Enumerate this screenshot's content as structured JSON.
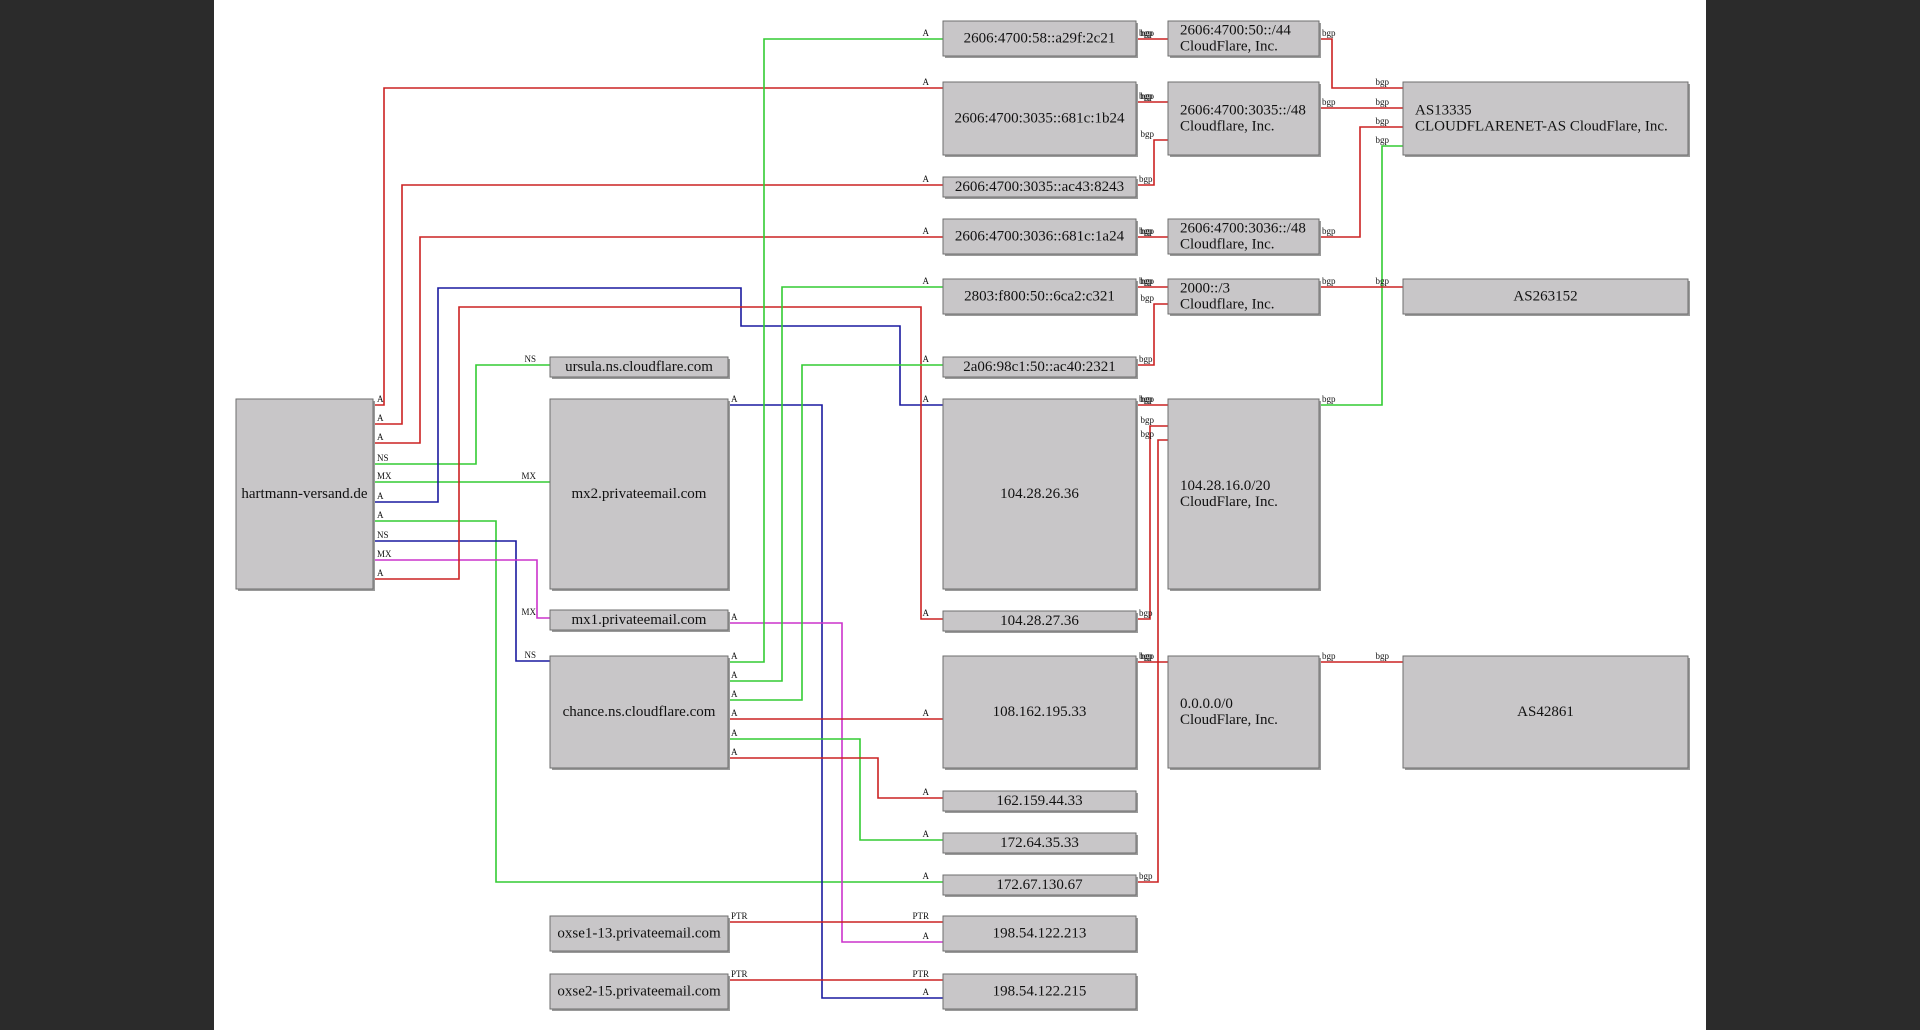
{
  "colors": {
    "background": "#2b2b2b",
    "canvas": "#ffffff",
    "node_fill": "#c8c6c8",
    "red": "#cc2222",
    "green": "#33cc33",
    "blue": "#1a1aa0",
    "magenta": "#cc33cc"
  },
  "nodes": [
    {
      "id": "hartmann",
      "lines": [
        "hartmann-versand.de"
      ]
    },
    {
      "id": "ursula",
      "lines": [
        "ursula.ns.cloudflare.com"
      ]
    },
    {
      "id": "mx2",
      "lines": [
        "mx2.privateemail.com"
      ]
    },
    {
      "id": "mx1",
      "lines": [
        "mx1.privateemail.com"
      ]
    },
    {
      "id": "chance",
      "lines": [
        "chance.ns.cloudflare.com"
      ]
    },
    {
      "id": "oxse1",
      "lines": [
        "oxse1-13.privateemail.com"
      ]
    },
    {
      "id": "oxse2",
      "lines": [
        "oxse2-15.privateemail.com"
      ]
    },
    {
      "id": "ip6a",
      "lines": [
        "2606:4700:58::a29f:2c21"
      ]
    },
    {
      "id": "ip6b",
      "lines": [
        "2606:4700:3035::681c:1b24"
      ]
    },
    {
      "id": "ip6c",
      "lines": [
        "2606:4700:3035::ac43:8243"
      ]
    },
    {
      "id": "ip6d",
      "lines": [
        "2606:4700:3036::681c:1a24"
      ]
    },
    {
      "id": "ip6e",
      "lines": [
        "2803:f800:50::6ca2:c321"
      ]
    },
    {
      "id": "ip6f",
      "lines": [
        "2a06:98c1:50::ac40:2321"
      ]
    },
    {
      "id": "ip4a",
      "lines": [
        "104.28.26.36"
      ]
    },
    {
      "id": "ip4b",
      "lines": [
        "104.28.27.36"
      ]
    },
    {
      "id": "ip4c",
      "lines": [
        "108.162.195.33"
      ]
    },
    {
      "id": "ip4d",
      "lines": [
        "162.159.44.33"
      ]
    },
    {
      "id": "ip4e",
      "lines": [
        "172.64.35.33"
      ]
    },
    {
      "id": "ip4f",
      "lines": [
        "172.67.130.67"
      ]
    },
    {
      "id": "ip4g",
      "lines": [
        "198.54.122.213"
      ]
    },
    {
      "id": "ip4h",
      "lines": [
        "198.54.122.215"
      ]
    },
    {
      "id": "pfx1",
      "lines": [
        "2606:4700:50::/44",
        "CloudFlare, Inc."
      ]
    },
    {
      "id": "pfx2",
      "lines": [
        "2606:4700:3035::/48",
        "Cloudflare, Inc."
      ]
    },
    {
      "id": "pfx3",
      "lines": [
        "2606:4700:3036::/48",
        "Cloudflare, Inc."
      ]
    },
    {
      "id": "pfx4",
      "lines": [
        "2000::/3",
        "Cloudflare, Inc."
      ]
    },
    {
      "id": "pfx5",
      "lines": [
        "104.28.16.0/20",
        "CloudFlare, Inc."
      ]
    },
    {
      "id": "pfx6",
      "lines": [
        "0.0.0.0/0",
        "CloudFlare, Inc."
      ]
    },
    {
      "id": "as1",
      "lines": [
        "AS13335",
        "CLOUDFLARENET-AS CloudFlare, Inc."
      ]
    },
    {
      "id": "as2",
      "lines": [
        "AS263152"
      ]
    },
    {
      "id": "as3",
      "lines": [
        "AS42861"
      ]
    }
  ],
  "edges": [
    {
      "from": "hartmann",
      "to": "ip6b",
      "label": "A",
      "color": "red"
    },
    {
      "from": "hartmann",
      "to": "ip6c",
      "label": "A",
      "color": "red"
    },
    {
      "from": "hartmann",
      "to": "ip6d",
      "label": "A",
      "color": "red"
    },
    {
      "from": "hartmann",
      "to": "ursula",
      "label": "NS",
      "color": "green"
    },
    {
      "from": "hartmann",
      "to": "mx2",
      "label": "MX",
      "color": "green"
    },
    {
      "from": "hartmann",
      "to": "ip4a",
      "label": "A",
      "color": "blue"
    },
    {
      "from": "hartmann",
      "to": "ip4f",
      "label": "A",
      "color": "green"
    },
    {
      "from": "hartmann",
      "to": "chance",
      "label": "NS",
      "color": "blue"
    },
    {
      "from": "hartmann",
      "to": "mx1",
      "label": "MX",
      "color": "magenta"
    },
    {
      "from": "hartmann",
      "to": "ip4b",
      "label": "A",
      "color": "red"
    },
    {
      "from": "mx2",
      "to": "ip4h",
      "label": "A",
      "color": "blue"
    },
    {
      "from": "mx1",
      "to": "ip4g",
      "label": "A",
      "color": "magenta"
    },
    {
      "from": "chance",
      "to": "ip6a",
      "label": "A",
      "color": "green"
    },
    {
      "from": "chance",
      "to": "ip6e",
      "label": "A",
      "color": "green"
    },
    {
      "from": "chance",
      "to": "ip6f",
      "label": "A",
      "color": "green"
    },
    {
      "from": "chance",
      "to": "ip4c",
      "label": "A",
      "color": "red"
    },
    {
      "from": "chance",
      "to": "ip4e",
      "label": "A",
      "color": "green"
    },
    {
      "from": "chance",
      "to": "ip4d",
      "label": "A",
      "color": "red"
    },
    {
      "from": "oxse1",
      "to": "ip4g",
      "label": "PTR",
      "color": "red"
    },
    {
      "from": "oxse2",
      "to": "ip4h",
      "label": "PTR",
      "color": "red"
    },
    {
      "from": "ip6a",
      "to": "pfx1",
      "label": "bgp",
      "color": "red"
    },
    {
      "from": "ip6b",
      "to": "pfx2",
      "label": "bgp",
      "color": "red"
    },
    {
      "from": "ip6c",
      "to": "pfx2",
      "label": "bgp",
      "color": "red"
    },
    {
      "from": "ip6d",
      "to": "pfx3",
      "label": "bgp",
      "color": "red"
    },
    {
      "from": "ip6e",
      "to": "pfx4",
      "label": "bgp",
      "color": "red"
    },
    {
      "from": "ip6f",
      "to": "pfx4",
      "label": "bgp",
      "color": "red"
    },
    {
      "from": "ip4a",
      "to": "pfx5",
      "label": "bgp",
      "color": "red"
    },
    {
      "from": "ip4b",
      "to": "pfx5",
      "label": "bgp",
      "color": "red"
    },
    {
      "from": "ip4c",
      "to": "pfx6",
      "label": "bgp",
      "color": "red"
    },
    {
      "from": "ip4f",
      "to": "pfx5",
      "label": "bgp",
      "color": "red"
    },
    {
      "from": "pfx1",
      "to": "as1",
      "label": "bgp",
      "color": "red"
    },
    {
      "from": "pfx2",
      "to": "as1",
      "label": "bgp",
      "color": "red"
    },
    {
      "from": "pfx3",
      "to": "as1",
      "label": "bgp",
      "color": "red"
    },
    {
      "from": "pfx5",
      "to": "as1",
      "label": "bgp",
      "color": "green"
    },
    {
      "from": "pfx4",
      "to": "as2",
      "label": "bgp",
      "color": "red"
    },
    {
      "from": "pfx6",
      "to": "as3",
      "label": "bgp",
      "color": "red"
    }
  ]
}
